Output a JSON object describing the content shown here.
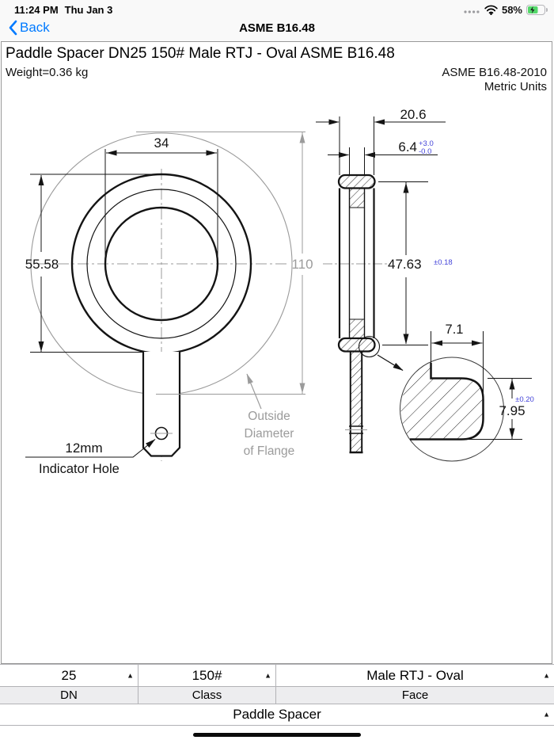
{
  "status_bar": {
    "time": "11:24 PM",
    "date": "Thu Jan 3",
    "battery_percent": "58%"
  },
  "nav_bar": {
    "back_label": "Back",
    "title": "ASME B16.48"
  },
  "header": {
    "title": "Paddle Spacer DN25 150# Male RTJ - Oval ASME B16.48",
    "weight": "Weight=0.36 kg",
    "standard": "ASME B16.48-2010",
    "units": "Metric Units"
  },
  "drawing": {
    "front_view": {
      "bore_dim": "34",
      "ring_od_dim": "55.58",
      "flange_od_dim": "110",
      "indicator_hole_size": "12mm",
      "indicator_hole_label": "Indicator Hole",
      "od_note_line1": "Outside",
      "od_note_line2": "Diameter",
      "od_note_line3": "of Flange"
    },
    "side_view": {
      "overall_width_dim": "20.6",
      "plate_thickness_dim": "6.4",
      "plate_tol_plus": "+3.0",
      "plate_tol_minus": "-0.0",
      "pitch_dia_dim": "47.63",
      "pitch_dia_tol": "±0.18"
    },
    "detail_view": {
      "ring_width_dim": "7.1",
      "ring_height_dim": "7.95",
      "ring_height_tol": "±0.20"
    },
    "colors": {
      "tolerance_blue": "#4343d9",
      "reference_gray": "#9b9b9b",
      "line_black": "#141414"
    }
  },
  "picker": {
    "columns": [
      {
        "value": "25",
        "label": "DN"
      },
      {
        "value": "150#",
        "label": "Class"
      },
      {
        "value": "Male RTJ - Oval",
        "label": "Face"
      }
    ],
    "type_row": {
      "value": "Paddle Spacer"
    }
  }
}
